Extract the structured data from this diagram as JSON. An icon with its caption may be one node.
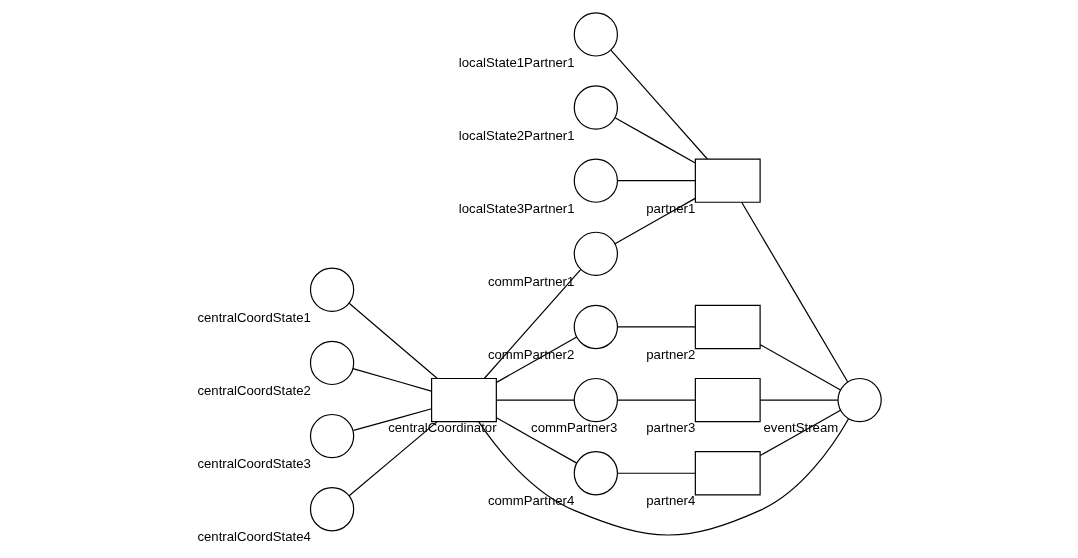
{
  "diagram": {
    "nodes": [
      {
        "text": [
          "centralCoordinator"
        ]
      },
      {
        "text": [
          "centralCoordState1"
        ]
      },
      {
        "text": [
          "centralCoordState2"
        ]
      },
      {
        "text": [
          "centralCoordState3"
        ]
      },
      {
        "text": [
          "centralCoordState4"
        ]
      },
      {
        "text": [
          "commPartner1"
        ]
      },
      {
        "text": [
          "commPartner2"
        ]
      },
      {
        "text": [
          "commPartner3"
        ]
      },
      {
        "text": [
          "commPartner4"
        ]
      },
      {
        "text": [
          "partner1"
        ]
      },
      {
        "text": [
          "partner2"
        ]
      },
      {
        "text": [
          "partner3"
        ]
      },
      {
        "text": [
          "partner4"
        ]
      },
      {
        "text": [
          "localState1Partner1"
        ]
      },
      {
        "text": [
          "localState2Partner1"
        ]
      },
      {
        "text": [
          "localState3Partner1"
        ]
      },
      {
        "text": [
          "eventStream"
        ]
      }
    ],
    "edges": [
      {
        "from": 1,
        "to": 0,
        "arrow": "none"
      },
      {
        "from": 2,
        "to": 0,
        "arrow": "none"
      },
      {
        "from": 3,
        "to": 0,
        "arrow": "none"
      },
      {
        "from": 4,
        "to": 0,
        "arrow": "none"
      },
      {
        "from": 0,
        "to": 5,
        "arrow": "none"
      },
      {
        "from": 0,
        "to": 6,
        "arrow": "none"
      },
      {
        "from": 0,
        "to": 7,
        "arrow": "none"
      },
      {
        "from": 0,
        "to": 8,
        "arrow": "none"
      },
      {
        "from": 0,
        "to": 16,
        "arrow": "none"
      },
      {
        "from": 5,
        "to": 9,
        "arrow": "none"
      },
      {
        "from": 6,
        "to": 10,
        "arrow": "none"
      },
      {
        "from": 7,
        "to": 11,
        "arrow": "none"
      },
      {
        "from": 8,
        "to": 12,
        "arrow": "none"
      },
      {
        "from": 13,
        "to": 9,
        "arrow": "none"
      },
      {
        "from": 14,
        "to": 9,
        "arrow": "none"
      },
      {
        "from": 15,
        "to": 9,
        "arrow": "none"
      },
      {
        "from": 9,
        "to": 16,
        "arrow": "none"
      },
      {
        "from": 10,
        "to": 16,
        "arrow": "none"
      },
      {
        "from": 11,
        "to": 16,
        "arrow": "none"
      },
      {
        "from": 12,
        "to": 16,
        "arrow": "none"
      }
    ]
  }
}
